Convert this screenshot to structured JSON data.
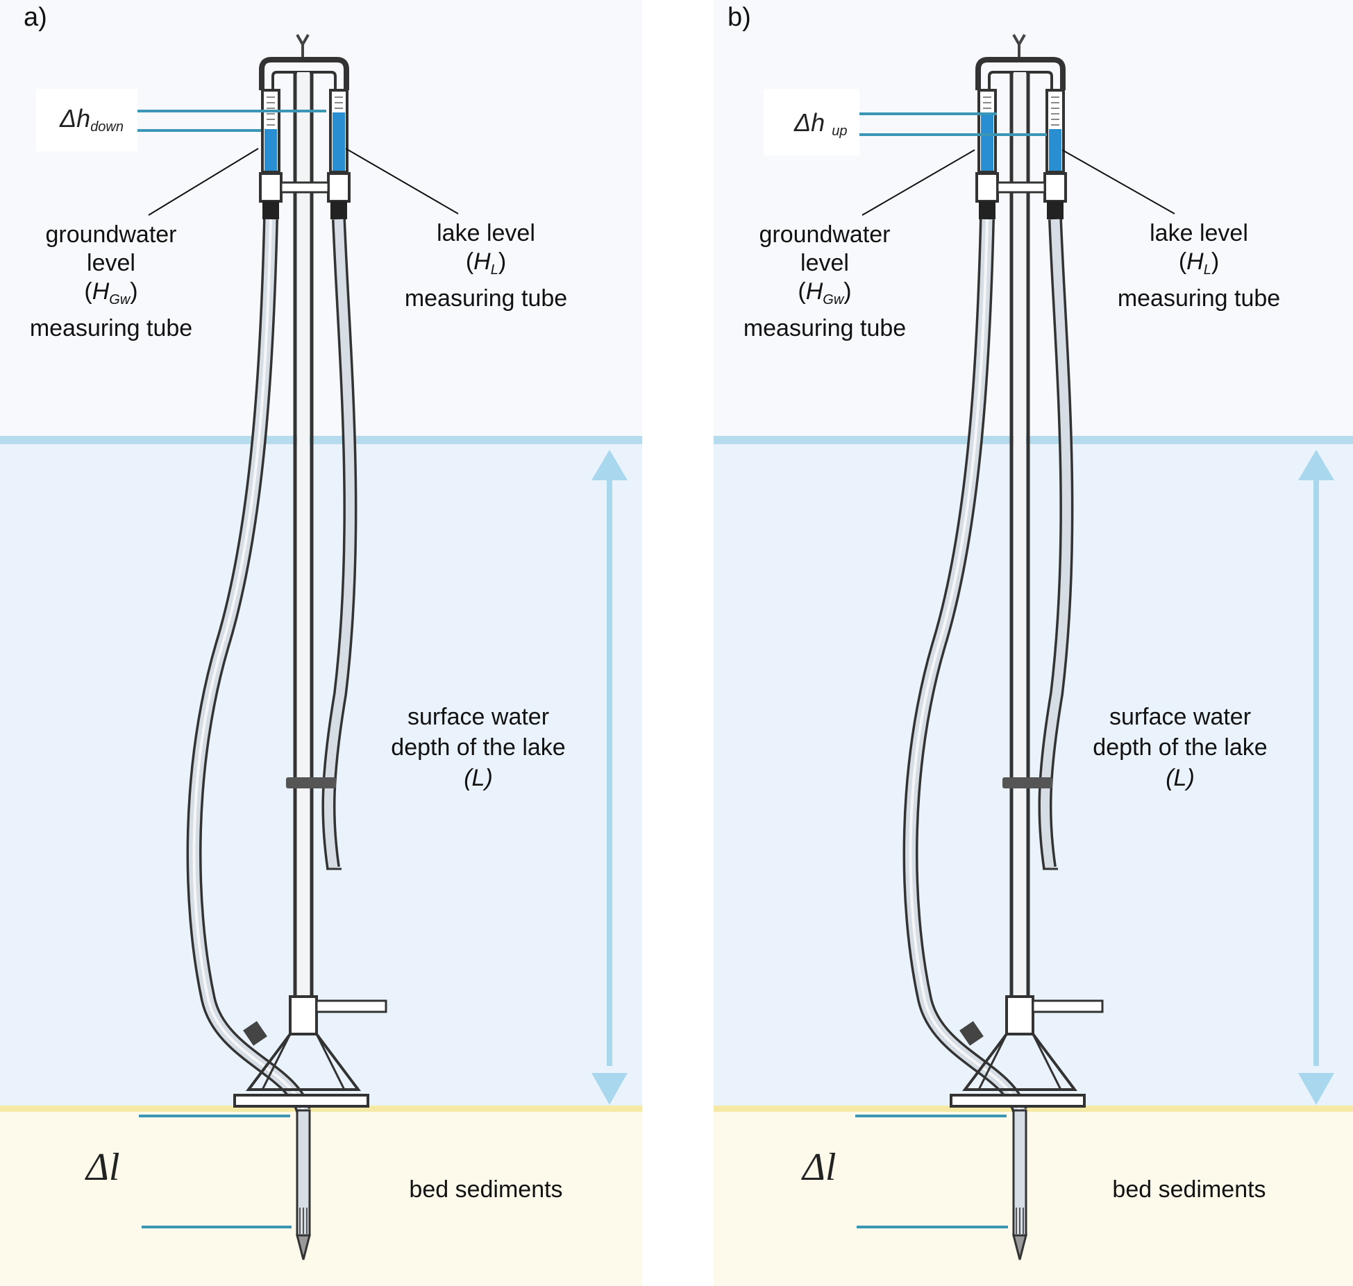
{
  "panels": [
    {
      "label": "a)",
      "delta": {
        "symbol": "Δh",
        "subscript": "down"
      },
      "groundwater": {
        "line1": "groundwater",
        "line2": "level",
        "open": "(",
        "symbol": "H",
        "subscript": "Gw",
        "close": ")",
        "line4": "measuring tube"
      },
      "lake": {
        "line1": "lake level",
        "open": "(",
        "symbol": "H",
        "subscript": "L",
        "close": ")",
        "line3": "measuring tube"
      },
      "surface": {
        "line1": "surface water",
        "line2": "depth of the lake",
        "line3": "(L)"
      },
      "delta_l": "Δl",
      "bed": "bed sediments"
    },
    {
      "label": "b)",
      "delta": {
        "symbol": "Δh",
        "subscript": "up"
      },
      "groundwater": {
        "line1": "groundwater",
        "line2": "level",
        "open": "(",
        "symbol": "H",
        "subscript": "Gw",
        "close": ")",
        "line4": "measuring tube"
      },
      "lake": {
        "line1": "lake level",
        "open": "(",
        "symbol": "H",
        "subscript": "L",
        "close": ")",
        "line3": "measuring tube"
      },
      "surface": {
        "line1": "surface water",
        "line2": "depth of the lake",
        "line3": "(L)"
      },
      "delta_l": "Δl",
      "bed": "bed sediments"
    }
  ],
  "colors": {
    "sky": "#f7f9fc",
    "water": "#eaf3fc",
    "water_surface": "#b6dbed",
    "bed": "#fdfaec",
    "bed_line": "#f6e9a6",
    "tube_water": "#2a8ed2",
    "arrow": "#a9d8ee",
    "marker_line": "#3a96b4"
  },
  "icons": [
    "minipiezometer-device-icon",
    "depth-arrow-icon"
  ]
}
